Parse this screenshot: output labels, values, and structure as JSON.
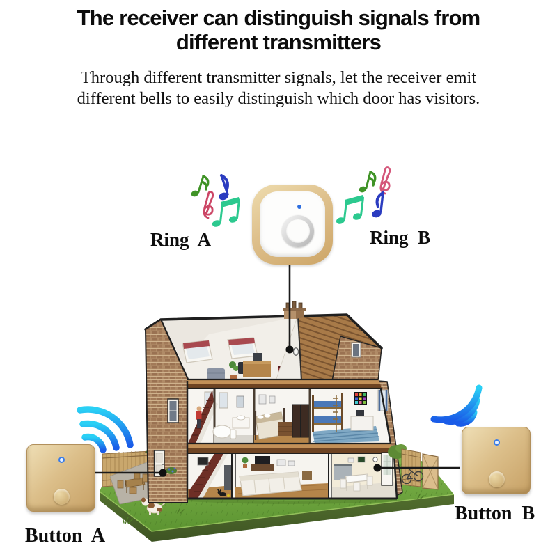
{
  "header": {
    "title_line1": "The receiver can distinguish signals from",
    "title_line2": "different transmitters",
    "subtitle_line1": "Through different transmitter signals, let the receiver emit",
    "subtitle_line2": "different bells to easily distinguish which door has visitors."
  },
  "labels": {
    "ring_a": "Ring  A",
    "ring_b": "Ring  B",
    "button_a": "Button  A",
    "button_b": "Button  B"
  },
  "devices": {
    "receiver": {
      "type": "doorbell receiver",
      "led_color": "#2e6fe0",
      "body_color": "#dcbf8a"
    },
    "button_a": {
      "type": "doorbell transmitter",
      "led_color": "#3a7de8",
      "body_color": "#dcbf8a"
    },
    "button_b": {
      "type": "doorbell transmitter",
      "led_color": "#3a7de8",
      "body_color": "#dcbf8a"
    }
  },
  "icons": {
    "wifi_left": "wifi-signal-icon",
    "wifi_right": "wifi-signal-icon",
    "notes_left": "music-notes-icon",
    "notes_right": "music-notes-icon"
  },
  "colors": {
    "wifi_light": "#2ad0f5",
    "wifi_dark": "#1a5ce8",
    "note_green": "#3f9326",
    "note_red": "#cc4666",
    "note_blue": "#2b3cc0",
    "note_teal": "#2cc98f",
    "connector": "#1a1a1a",
    "grass": "#6aa23c",
    "brick": "#b08b67"
  }
}
